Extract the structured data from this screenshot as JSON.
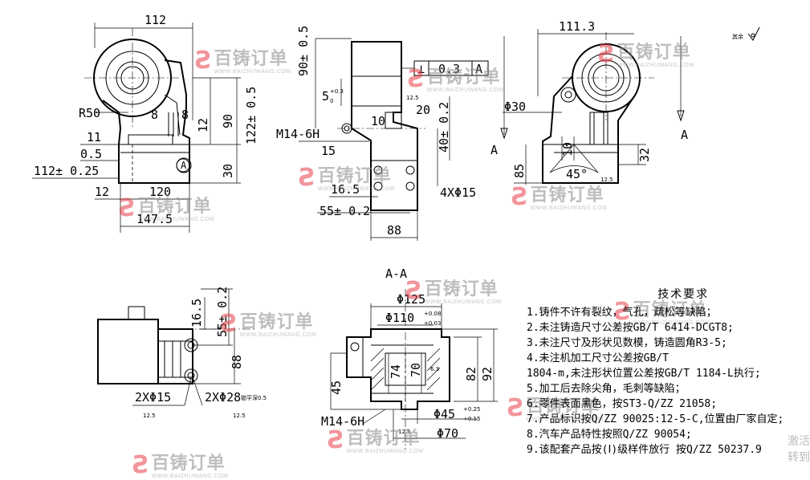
{
  "view_labels": {
    "section_aa": "A-A",
    "arrow_a_left": "A",
    "arrow_a_right": "A",
    "circle_a": "A",
    "finish_mark": "其余"
  },
  "dims_view1": {
    "d112": "112",
    "r50": "R50",
    "d8a": "8",
    "d8b": "8",
    "d11": "11",
    "d05": "0.5",
    "d112tol": "112± 0.25",
    "d12": "12",
    "d90": "90",
    "d122": "122± 0.5",
    "d30": "30",
    "d12b": "12",
    "d120": "120",
    "d1475": "147.5"
  },
  "dims_view2": {
    "d90": "90± 0.5",
    "d5": "5",
    "d5tol_up": "+0.3",
    "d5tol_lo": "0",
    "tol_frame_sym": "⊥",
    "tol_frame_val": "0.3",
    "tol_frame_ref": "A",
    "m14": "M14-6H",
    "d10": "10",
    "d20": "20",
    "d40": "40± 0.2",
    "d15": "15",
    "d165": "16.5",
    "d55": "55± 0.2",
    "hole4": "4XΦ15",
    "d88": "88"
  },
  "dims_view3": {
    "d1113": "111.3",
    "phi30": "Φ30",
    "d85": "85",
    "d10": "10",
    "d45deg": "45°",
    "d32": "32"
  },
  "dims_view4": {
    "d165": "16.5",
    "d55": "55± 0.2",
    "d88": "88",
    "hole2": "2XΦ15",
    "hole28": "2XΦ28",
    "note28": "锪平深0.5"
  },
  "dims_view5": {
    "phi125": "Φ125",
    "phi110": "Φ110",
    "phi110_up": "+0.08",
    "phi110_lo": "+0.03",
    "d45": "45",
    "d74": "74",
    "d70": "70",
    "d82": "82",
    "d92": "92",
    "m14": "M14-6H",
    "phi45": "Φ45",
    "phi45_up": "+0.25",
    "phi45_lo": "+0.15",
    "phi70": "Φ70"
  },
  "roughness": "12.5",
  "roughness_small": "6.3",
  "tech_requirements": {
    "title": "技术要求",
    "items": [
      "1.铸件不许有裂纹，气孔，疏松等缺陷；",
      "2.未注铸造尺寸公差按GB/T 6414-DCGT8;",
      "3.未注尺寸及形状见数模，铸造圆角R3-5;",
      "4.未注机加工尺寸公差按GB/T",
      "1804-m,未注形状位置公差按GB/T 1184-L执行;",
      "5.加工后去除尖角，毛刺等缺陷；",
      "6.零件表面黑色，按ST3-Q/ZZ 21058;",
      "7.产品标识按Q/ZZ 90025:12-5-C,位置由厂家自定;",
      "8.汽车产品特性按照Q/ZZ 90054;",
      "9.该配套产品按(Ⅰ)级样件放行 按Q/ZZ 50237.9"
    ]
  },
  "watermark": {
    "logo": "Ƨ",
    "name": "百铸订单",
    "url": "WWW.BAIZHUWANG.COM"
  },
  "corner_text": {
    "line1": "激活",
    "line2": "转到"
  }
}
